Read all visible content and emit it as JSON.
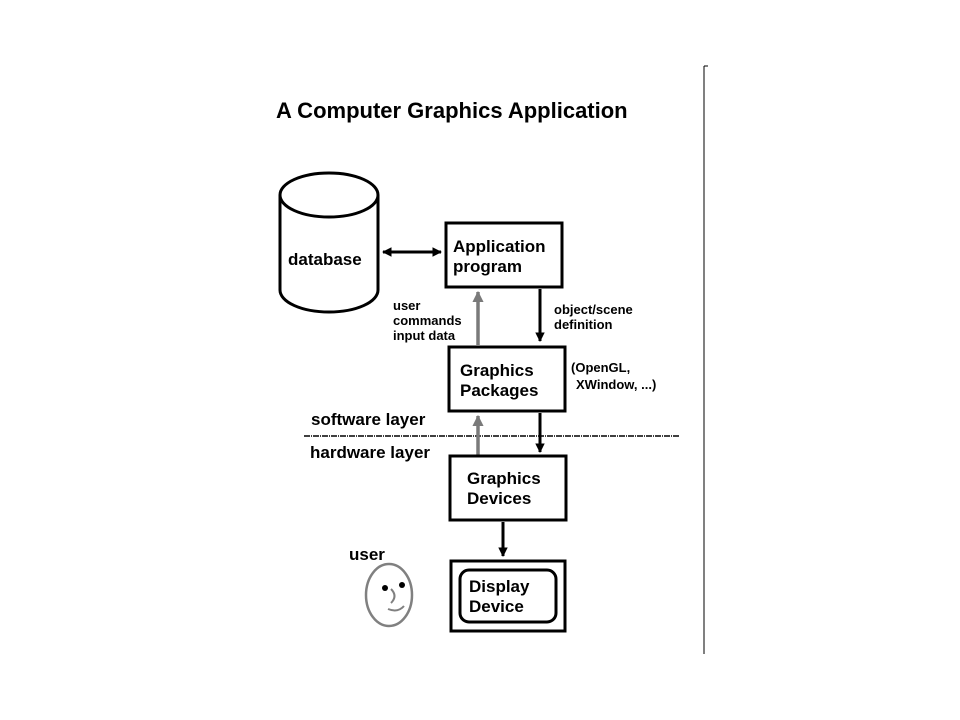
{
  "title": "A Computer Graphics Application",
  "database": "database",
  "app_box": {
    "line1": "Application",
    "line2": "program"
  },
  "gp_box": {
    "line1": "Graphics",
    "line2": "Packages"
  },
  "gd_box": {
    "line1": "Graphics",
    "line2": "Devices"
  },
  "display_box": {
    "line1": "Display",
    "line2": "Device"
  },
  "user_commands": {
    "line1": "user",
    "line2": "commands",
    "line3": "input data"
  },
  "object_scene": {
    "line1": "object/scene",
    "line2": "definition"
  },
  "apis": {
    "line1": "(OpenGL,",
    "line2": "XWindow, ...)"
  },
  "software_layer": "software layer",
  "hardware_layer": "hardware layer",
  "user": "user",
  "colors": {
    "stroke": "#000000",
    "feedback_arrow": "#7a7a7a",
    "face": "#808080"
  }
}
